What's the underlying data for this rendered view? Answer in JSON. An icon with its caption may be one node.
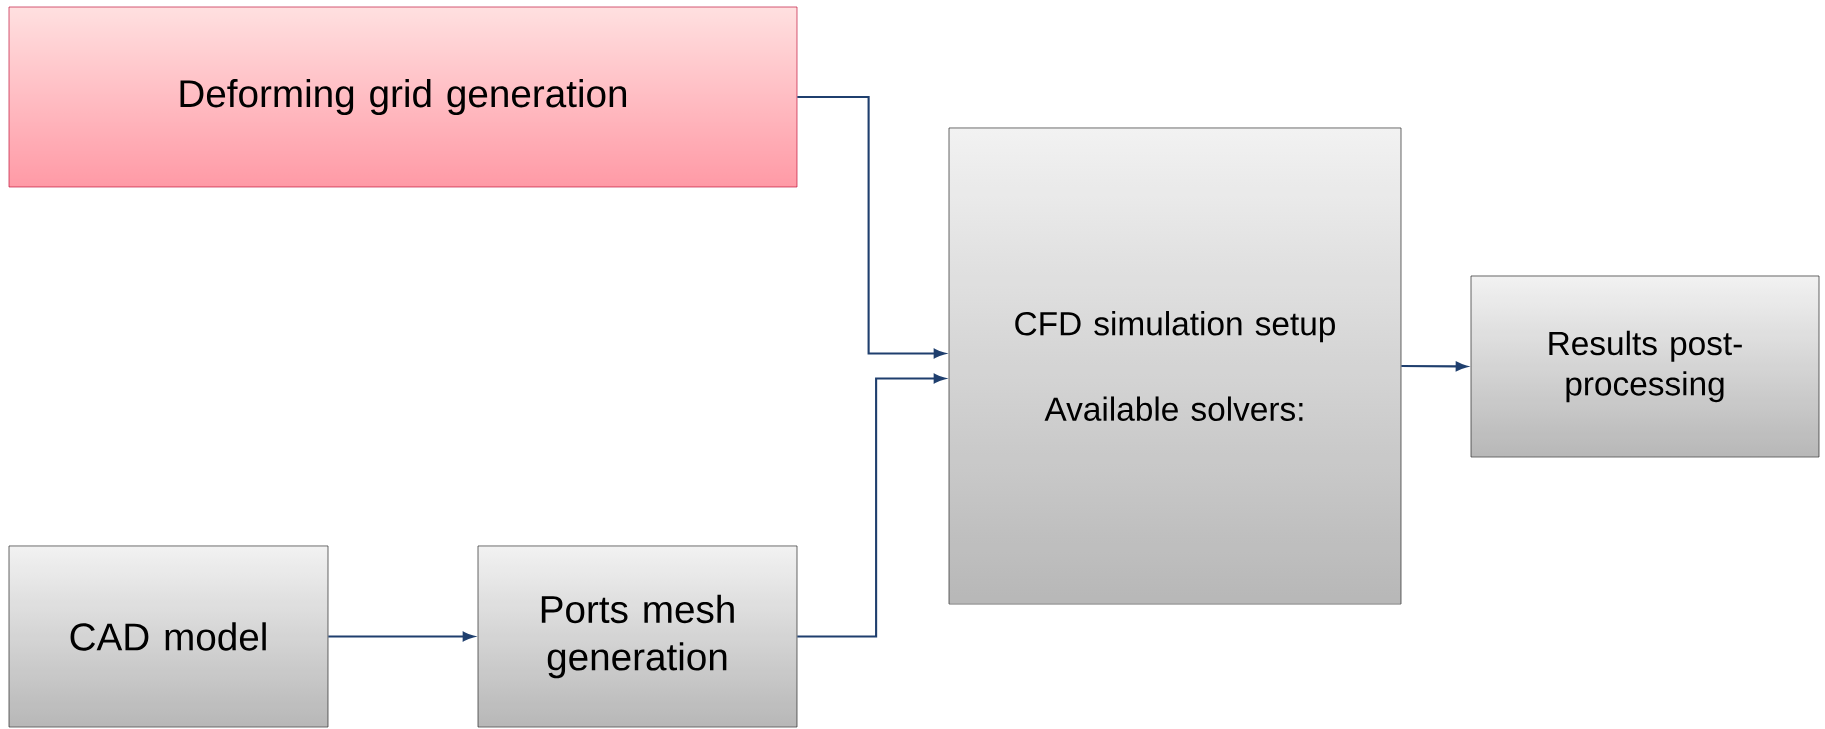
{
  "diagram": {
    "nodes": [
      {
        "text": [
          "Deforming grid generation"
        ]
      },
      {
        "text": [
          "CFD simulation setup",
          "Available solvers:"
        ]
      },
      {
        "text": [
          "Results post-processing"
        ]
      },
      {
        "text": [
          "CAD model"
        ]
      },
      {
        "text": [
          "Ports mesh generation"
        ]
      }
    ],
    "edges": [
      {
        "from": 0,
        "to": 1,
        "arrow": "to"
      },
      {
        "from": 4,
        "to": 1,
        "arrow": "to"
      },
      {
        "from": 3,
        "to": 4,
        "arrow": "to"
      },
      {
        "from": 1,
        "to": 2,
        "arrow": "to"
      }
    ]
  }
}
